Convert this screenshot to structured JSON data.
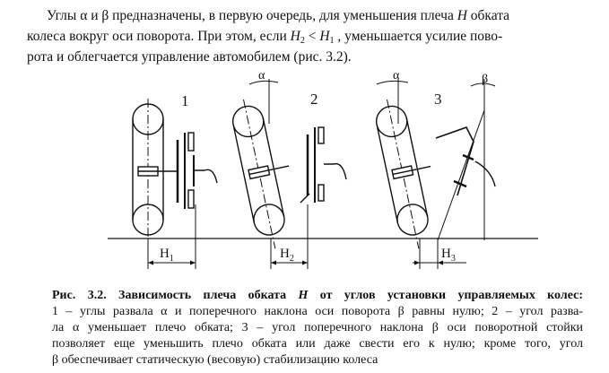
{
  "paragraph": {
    "line1_a": "Углы α и β предназначены, в первую очередь, для уменьшения плеча ",
    "line1_H": "H",
    "line1_b": " обката",
    "line2_a": "колеса вокруг оси поворота. При этом, если ",
    "H2_base": "H",
    "H2_sub": "2",
    "lt": " < ",
    "H1_base": "H",
    "H1_sub": "1",
    "line2_b": " , уменьшается усилие пово-",
    "line3": "рота и облегчается управление автомобилем (рис. 3.2)."
  },
  "figure": {
    "panel_numbers": [
      "1",
      "2",
      "3"
    ],
    "angle_alpha": "α",
    "angle_beta": "β",
    "dimension_labels": [
      {
        "base": "H",
        "sub": "1"
      },
      {
        "base": "H",
        "sub": "2"
      },
      {
        "base": "H",
        "sub": "3"
      }
    ]
  },
  "caption": {
    "title_a": "Рис. 3.2. Зависимость плеча обката ",
    "title_H": "H",
    "title_b": " от углов установки управляемых колес:",
    "line1": "1 – углы развала α и поперечного наклона оси поворота β равны нулю; 2 – угол разва-",
    "line2": "ла α уменьшает плечо обката; 3 – угол поперечного наклона β оси поворотной стойки",
    "line3": "позволяет еще уменьшить плечо обката или даже свести его к нулю; кроме того, угол",
    "line4": "β обеспечивает статическую (весовую) стабилизацию колеса"
  }
}
